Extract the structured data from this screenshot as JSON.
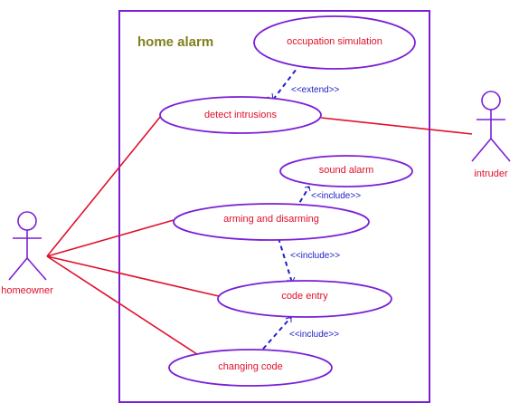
{
  "diagram": {
    "system_title": "home alarm",
    "use_cases": {
      "occupation_simulation": "occupation simulation",
      "detect_intrusions": "detect intrusions",
      "sound_alarm": "sound alarm",
      "arming_and_disarming": "arming and disarming",
      "code_entry": "code entry",
      "changing_code": "changing code"
    },
    "actors": {
      "homeowner": "homeowner",
      "intruder": "intruder"
    },
    "relations": {
      "extend": "<<extend>>",
      "include_sound_alarm": "<<include>>",
      "include_code_entry": "<<include>>",
      "include_changing_code": "<<include>>"
    },
    "colors": {
      "boundary": "#7b1fd6",
      "ellipse": "#7b1fd6",
      "association": "#e0102a",
      "use_case_text": "#e0102a",
      "dependency": "#2020c8",
      "title": "#808020"
    }
  }
}
